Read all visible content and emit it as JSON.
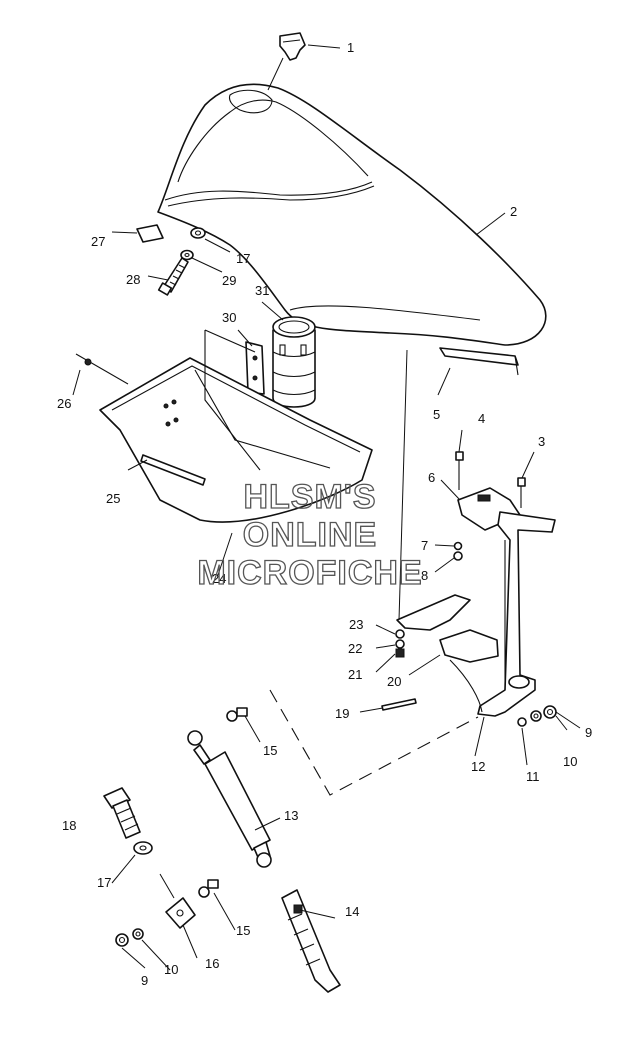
{
  "watermark": {
    "line1": "HLSM'S",
    "line2": "ONLINE",
    "line3": "MICROFICHE"
  },
  "callouts": {
    "c1": "1",
    "c2": "2",
    "c3": "3",
    "c4": "4",
    "c5": "5",
    "c6": "6",
    "c7": "7",
    "c8": "8",
    "c9a": "9",
    "c9b": "9",
    "c10a": "10",
    "c10b": "10",
    "c11": "11",
    "c12": "12",
    "c13": "13",
    "c14": "14",
    "c15a": "15",
    "c15b": "15",
    "c16": "16",
    "c17a": "17",
    "c17b": "17",
    "c18": "18",
    "c19": "19",
    "c20": "20",
    "c21": "21",
    "c22": "22",
    "c23": "23",
    "c24": "24",
    "c25": "25",
    "c26": "26",
    "c27": "27",
    "c28": "28",
    "c29": "29",
    "c30": "30",
    "c31": "31"
  }
}
